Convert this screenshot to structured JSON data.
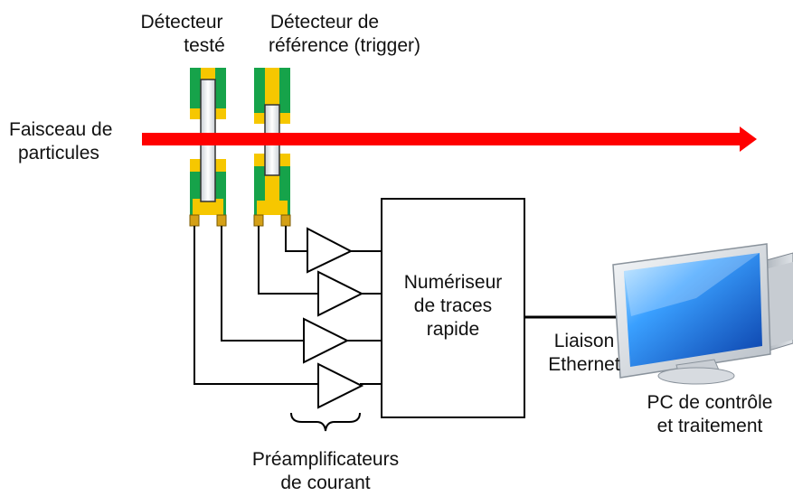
{
  "labels": {
    "tested_detector": [
      "Détecteur",
      "testé"
    ],
    "reference_detector": [
      "Détecteur de",
      "référence (trigger)"
    ],
    "beam": [
      "Faisceau de",
      "particules"
    ],
    "digitizer": [
      "Numériseur",
      "de traces",
      "rapide"
    ],
    "link": [
      "Liaison",
      "Ethernet"
    ],
    "pc": [
      "PC de contrôle",
      "et traitement"
    ],
    "preamps": [
      "Préamplificateurs",
      "de courant"
    ]
  },
  "colors": {
    "beam": "#ff0000",
    "detector_green": "#16a34a",
    "detector_yellow": "#f6c700",
    "screen_blue": "#1f6fe0",
    "line": "#000000"
  },
  "icons": {
    "computer": "monitor-icon",
    "amplifier": "triangle-amplifier-icon"
  }
}
